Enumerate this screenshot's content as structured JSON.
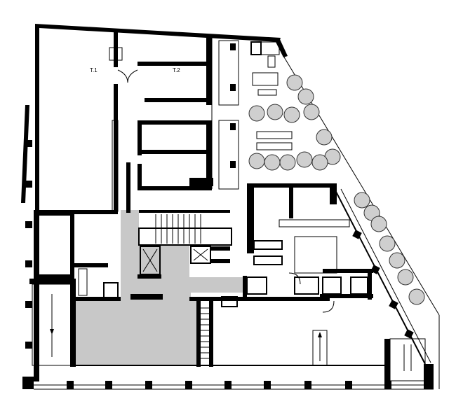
{
  "rooms": [
    {
      "id": "t1",
      "label": "T.1"
    },
    {
      "id": "t2",
      "label": "T.2"
    }
  ],
  "colors": {
    "wall": "#000000",
    "shaded_area": "#c8c8c8",
    "tree_fill": "#cfcfcf",
    "background": "#ffffff"
  },
  "icons": [
    "tree-icon",
    "stair-icon",
    "elevator-icon",
    "door-swing-icon",
    "toilet-icon",
    "table-icon"
  ]
}
